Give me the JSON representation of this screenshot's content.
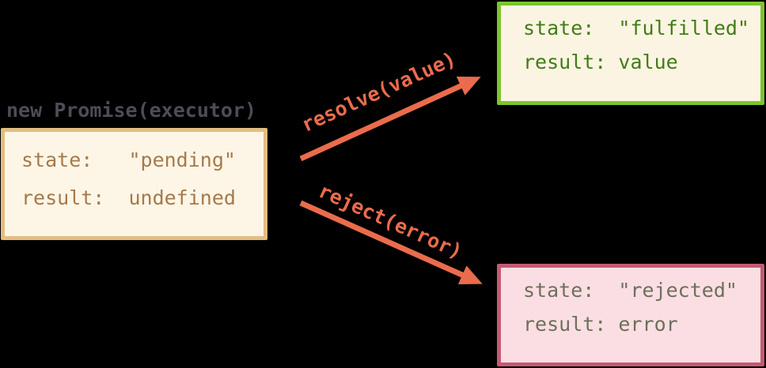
{
  "diagram": {
    "promise_label": "new Promise(executor)",
    "boxes": {
      "pending": {
        "name": "pending",
        "lines": [
          "state:   \"pending\"",
          "result:  undefined"
        ]
      },
      "fulfilled": {
        "name": "fulfilled",
        "lines": [
          "state:  \"fulfilled\"",
          "result: value"
        ]
      },
      "rejected": {
        "name": "rejected",
        "lines": [
          "state:  \"rejected\"",
          "result: error"
        ]
      }
    },
    "arrows": {
      "resolve_label": "resolve(value)",
      "reject_label": "reject(error)"
    },
    "colors": {
      "background": "#000000",
      "promise_label_text": "#4c4d56",
      "arrow": "#ea6c4c",
      "pending_border": "#e3bd83",
      "pending_background": "#fdf6e6",
      "pending_text": "#a6794b",
      "fulfilled_border": "#7cc52d",
      "fulfilled_background": "#fbf4e2",
      "fulfilled_text": "#417c17",
      "rejected_border": "#c45a73",
      "rejected_background": "#fbdee3",
      "rejected_text": "#6e705a"
    }
  }
}
